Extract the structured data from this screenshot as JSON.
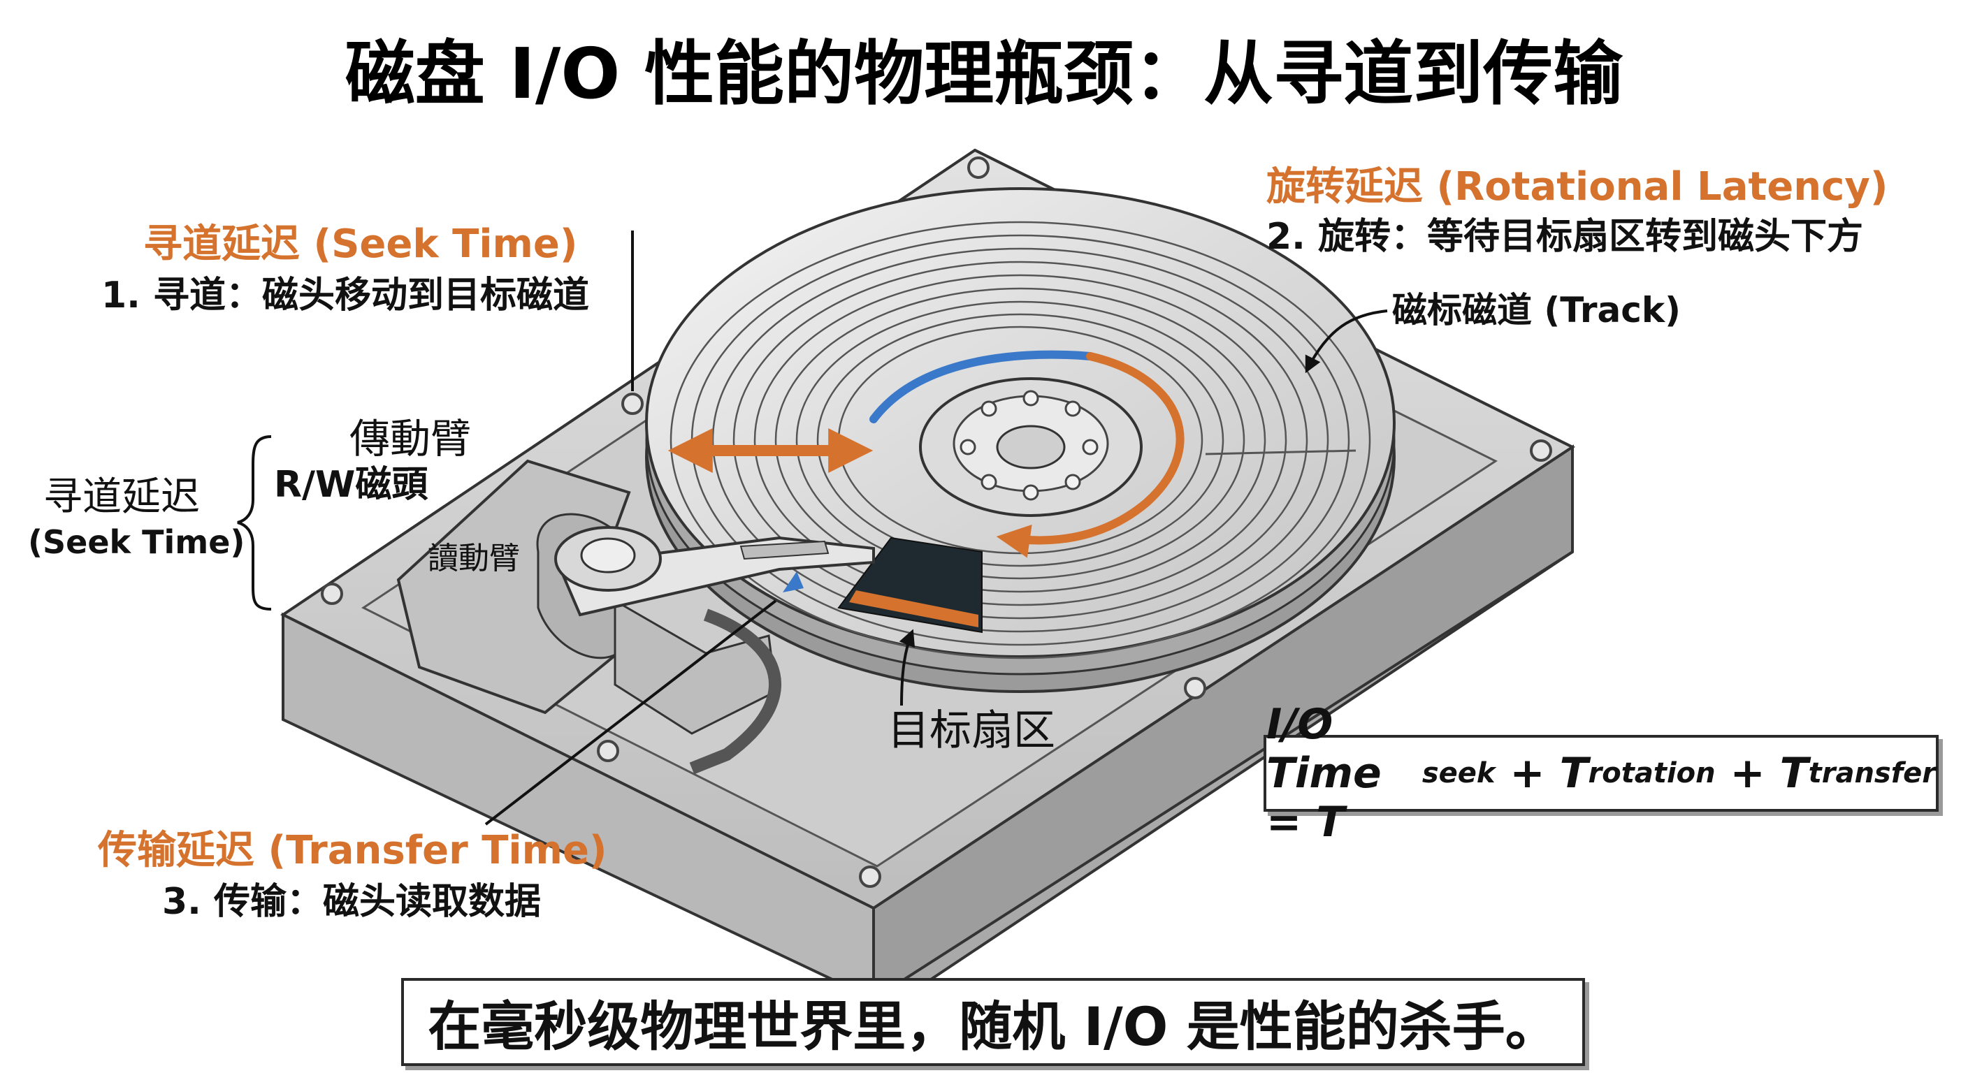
{
  "title": "磁盘 I/O 性能的物理瓶颈：从寻道到传输",
  "seek": {
    "heading": "寻道延迟 (Seek Time)",
    "step": "1. 寻道：磁头移动到目标磁道"
  },
  "rotation": {
    "heading": "旋转延迟 (Rotational Latency)",
    "step": "2. 旋转：等待目标扇区转到磁头下方"
  },
  "transfer": {
    "heading": "传输延迟 (Transfer Time)",
    "step": "3. 传输：磁头读取数据"
  },
  "brace_label": {
    "line1": "寻道延迟",
    "line2": "(Seek Time)"
  },
  "parts": {
    "actuator_arm": "傳動臂",
    "rw_head": "R/W磁頭",
    "read_arm": "讀動臂",
    "track": "磁标磁道 (Track)",
    "target_sector": "目标扇区"
  },
  "formula": {
    "prefix": "I/O Time = T",
    "seek_sub": "seek",
    "plus1": " + T",
    "rotation_sub": "rotation",
    "plus2": " + T",
    "transfer_sub": "transfer"
  },
  "conclusion": "在毫秒级物理世界里，随机 I/O 是性能的杀手。",
  "colors": {
    "accent_orange": "#d4722e",
    "accent_blue": "#3a78c9",
    "sector_dark": "#1f2a30",
    "metal": "#cfcfcf"
  }
}
